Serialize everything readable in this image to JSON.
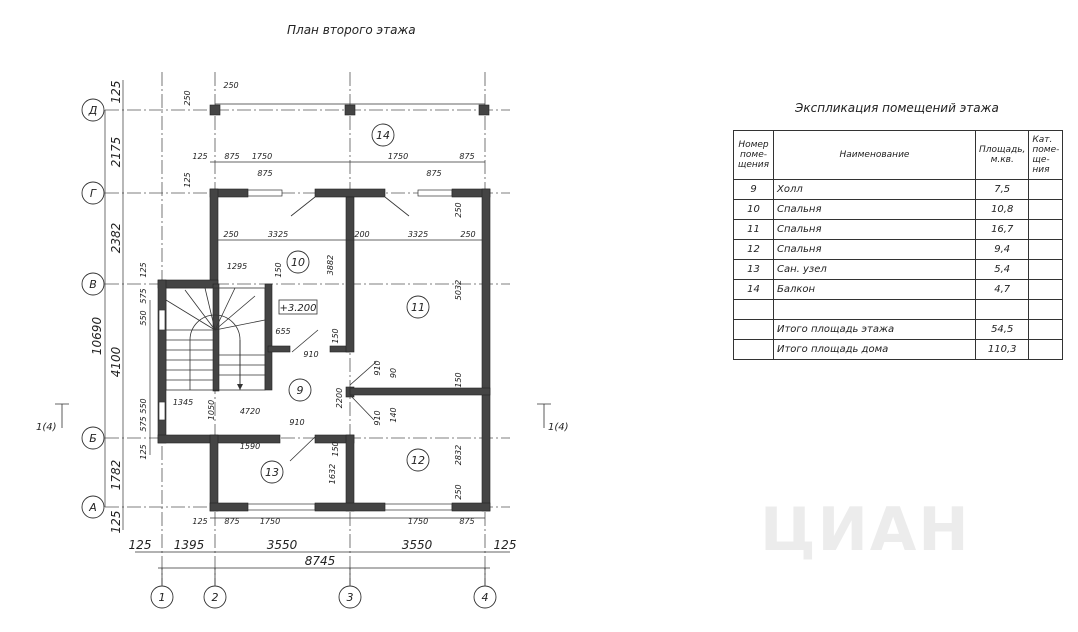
{
  "plan": {
    "title": "План второго этажа",
    "level_mark": "+3.200",
    "axes_rows": [
      "Д",
      "Г",
      "В",
      "Б",
      "А"
    ],
    "axes_cols": [
      "1",
      "2",
      "3",
      "4"
    ],
    "room_numbers": [
      "14",
      "10",
      "11",
      "9",
      "12",
      "13"
    ],
    "section_mark": "1(4)",
    "left_dims": [
      "125",
      "2175",
      "2382",
      "4100",
      "1782",
      "125"
    ],
    "left_total": "10690",
    "bottom_dims": [
      "125",
      "1395",
      "3550",
      "3550",
      "125"
    ],
    "bottom_total": "8745",
    "inner_dims": [
      "250",
      "250",
      "125",
      "875",
      "1750",
      "875",
      "125",
      "1750",
      "875",
      "875",
      "250",
      "3325",
      "200",
      "3325",
      "250",
      "250",
      "1295",
      "150",
      "3882",
      "5032",
      "125",
      "575",
      "550",
      "655",
      "150",
      "910",
      "910",
      "90",
      "2200",
      "150",
      "1345",
      "4720",
      "1050",
      "910",
      "910",
      "140",
      "550",
      "575",
      "125",
      "1590",
      "1632",
      "150",
      "2832",
      "250",
      "125",
      "875",
      "1750",
      "1750",
      "875"
    ]
  },
  "explication": {
    "title": "Экспликация помещений этажа",
    "headers": [
      "Номер поме-щения",
      "Наименование",
      "Площадь, м.кв.",
      "Кат. поме-ще-ния"
    ],
    "rows": [
      {
        "num": "9",
        "name": "Холл",
        "area": "7,5"
      },
      {
        "num": "10",
        "name": "Спальня",
        "area": "10,8"
      },
      {
        "num": "11",
        "name": "Спальня",
        "area": "16,7"
      },
      {
        "num": "12",
        "name": "Спальня",
        "area": "9,4"
      },
      {
        "num": "13",
        "name": "Сан. узел",
        "area": "5,4"
      },
      {
        "num": "14",
        "name": "Балкон",
        "area": "4,7"
      }
    ],
    "total_floor_label": "Итого площадь этажа",
    "total_floor": "54,5",
    "total_house_label": "Итого площадь дома",
    "total_house": "110,3"
  },
  "watermark": "циан"
}
